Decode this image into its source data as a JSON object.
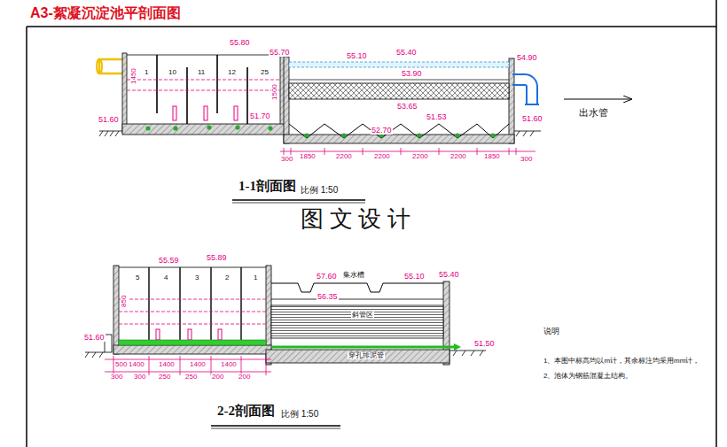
{
  "diagram": {
    "title": "A3-絮凝沉淀池平剖面图",
    "labels": [
      "55.80",
      "55.70",
      "55.10",
      "55.40",
      "54.90",
      "1",
      "10",
      "11",
      "12",
      "25",
      "1450",
      "1500",
      "53.90",
      "53.65",
      "51.53",
      "52.70",
      "51.70",
      "51.60",
      "51.60",
      "出水管",
      "300",
      "1850",
      "2200",
      "2200",
      "2200",
      "2200",
      "1850",
      "300",
      "1-1剖面图",
      "比例 1:50",
      "图 文 设 计",
      "55.59",
      "55.89",
      "850",
      "5",
      "4",
      "3",
      "2",
      "1",
      "57.60",
      "集水槽",
      "55.10",
      "55.40",
      "56.35",
      "斜管区",
      "穿孔排泥管",
      "51.60",
      "51.50",
      "500",
      "1400",
      "1400",
      "1400",
      "1400",
      "300",
      "300",
      "250",
      "250",
      "200",
      "200",
      "2-2剖面图",
      "比例 1:50",
      "说明",
      "1、本图中标高均以m计，其余标注均采用mm计，",
      "2、池体为钢筋混凝土结构。"
    ]
  }
}
